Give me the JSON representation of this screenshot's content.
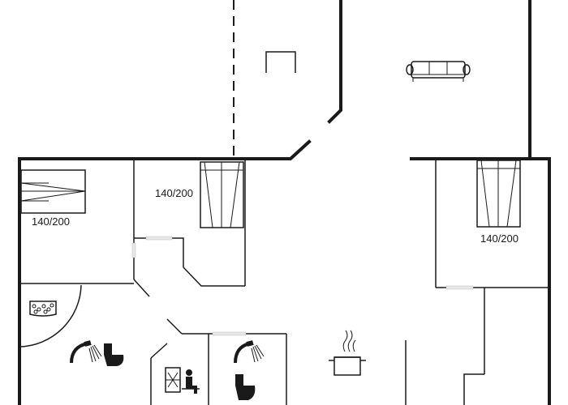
{
  "floorplan": {
    "bed_labels": [
      "140/200",
      "140/200",
      "140/200"
    ]
  },
  "icons": [
    "double-bed-icon",
    "double-bed-icon",
    "double-bed-icon",
    "sofa-icon",
    "desk-icon",
    "whirlpool-icon",
    "shower-icon",
    "toilet-icon",
    "sauna-icon",
    "stove-pot-icon"
  ]
}
